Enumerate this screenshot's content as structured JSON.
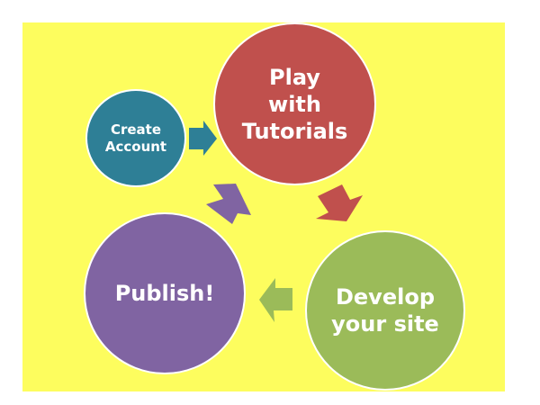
{
  "diagram": {
    "title": "",
    "background_color": "#fdfd5e",
    "nodes": [
      {
        "id": "create",
        "label": "Create\nAccount",
        "color": "#2e7f96"
      },
      {
        "id": "play",
        "label": "Play\nwith\nTutorials",
        "color": "#c0504d"
      },
      {
        "id": "develop",
        "label": "Develop\nyour site",
        "color": "#9bbb59"
      },
      {
        "id": "publish",
        "label": "Publish!",
        "color": "#8064a2"
      }
    ],
    "edges": [
      {
        "from": "create",
        "to": "play",
        "color": "#2e7f96"
      },
      {
        "from": "play",
        "to": "develop",
        "color": "#c0504d"
      },
      {
        "from": "develop",
        "to": "publish",
        "color": "#9bbb59"
      },
      {
        "from": "publish",
        "to": "play",
        "color": "#8064a2"
      }
    ]
  }
}
